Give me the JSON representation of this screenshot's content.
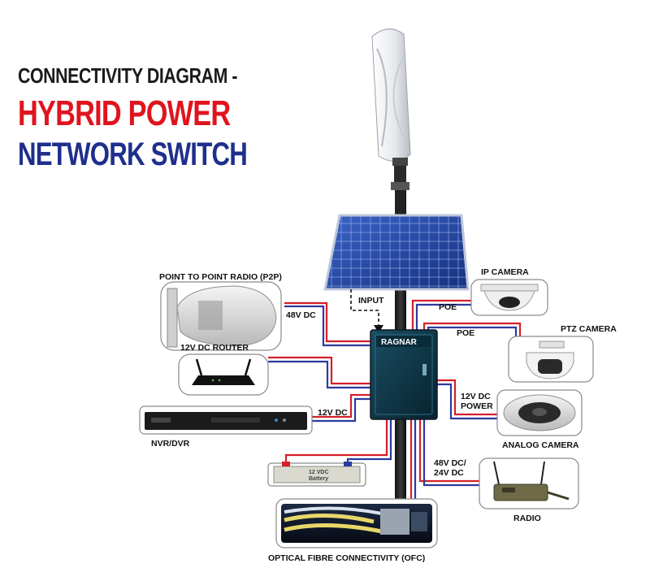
{
  "header": {
    "line1": "CONNECTIVITY DIAGRAM -",
    "line2": "HYBRID POWER",
    "line3": "NETWORK SWITCH"
  },
  "colors": {
    "line2": "#e0141e",
    "line3": "#1e2f8c",
    "wire_red": "#d4202a",
    "wire_blue": "#2c3a9e"
  },
  "switch": {
    "brand": "RAGNAR"
  },
  "labels": {
    "p2p": "POINT TO POINT RADIO (P2P)",
    "p2p_power": "48V DC",
    "router": "12V DC ROUTER",
    "nvr": "NVR/DVR",
    "nvr_power": "12V DC",
    "input": "INPUT",
    "ip_camera": "IP CAMERA",
    "poe1": "POE",
    "poe2": "POE",
    "ptz_camera": "PTZ CAMERA",
    "analog_power_1": "12V DC",
    "analog_power_2": "POWER",
    "analog_camera": "ANALOG CAMERA",
    "radio_power_1": "48V DC/",
    "radio_power_2": "24V DC",
    "radio": "RADIO",
    "battery_1": "12 VDC",
    "battery_2": "Battery",
    "ofc": "OPTICAL FIBRE CONNECTIVITY (OFC)"
  }
}
